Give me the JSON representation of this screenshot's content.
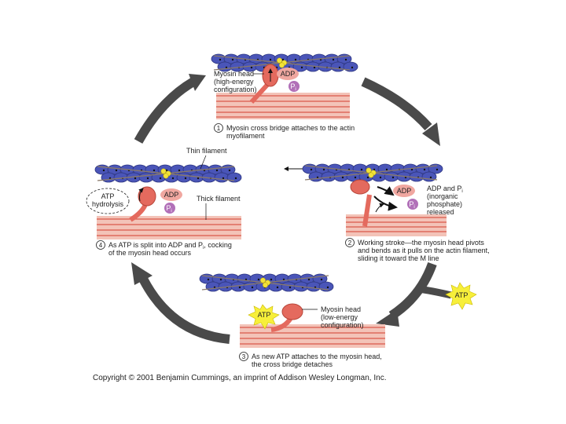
{
  "copyright": "Copyright © 2001 Benjamin Cummings, an imprint of Addison Wesley Longman, Inc.",
  "molecules": {
    "adp": "ADP",
    "pi": "P",
    "pi_sub": "i",
    "atp": "ATP"
  },
  "labels": {
    "myosin_head_high": [
      "Myosin head",
      "(high-energy",
      "configuration)"
    ],
    "thin_filament": "Thin filament",
    "thick_filament": "Thick filament",
    "atp_hydrolysis": [
      "ATP",
      "hydrolysis"
    ],
    "adp_pi_released": [
      "ADP and P",
      "(inorganic",
      "phosphate)",
      "released"
    ],
    "myosin_head_low": [
      "Myosin head",
      "(low-energy",
      "configuration)"
    ]
  },
  "steps": [
    {
      "num": "1",
      "lines": [
        "Myosin cross bridge attaches to the actin",
        "myofilament"
      ]
    },
    {
      "num": "2",
      "lines": [
        "Working stroke—the myosin head pivots",
        "and bends as it pulls on the actin filament,",
        "sliding it toward the M line"
      ]
    },
    {
      "num": "3",
      "lines": [
        "As new ATP attaches to the myosin head,",
        "the cross bridge detaches"
      ]
    },
    {
      "num": "4",
      "lines": [
        "As ATP is split into ADP and P",
        ", cocking",
        "of the myosin head occurs"
      ]
    }
  ],
  "colors": {
    "actin": "#4a55b8",
    "actin_dark": "#2c3580",
    "troponin": "#f2e23a",
    "myosin": "#e46a5e",
    "thick_filament": "#e8877a",
    "adp": "#f0a7a0",
    "pi": "#b170b8",
    "atp": "#f7ef3a",
    "cycle_arrow": "#4a4a4a"
  }
}
